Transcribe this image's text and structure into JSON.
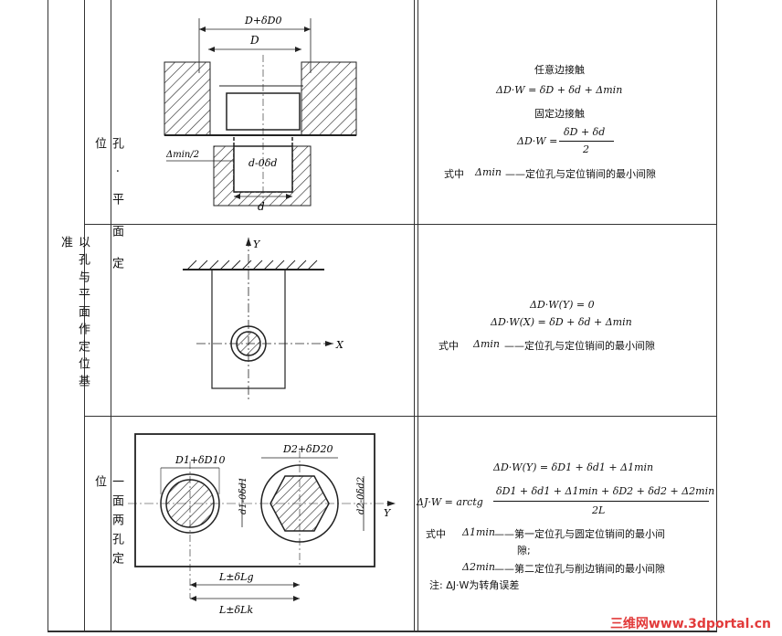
{
  "table": {
    "col1_label": "以孔与平面作定位基准",
    "row1_col2_label": "孔·平面定位",
    "row3_col2_label": "一面两孔定位"
  },
  "row1": {
    "fig": {
      "d_top": "D+δD0",
      "d_mid": "D",
      "dmin": "Δmin/2",
      "d_pin": "d-0δd",
      "d_bot": "d"
    },
    "line1": "任意边接触",
    "f1": "ΔD·W = δD + δd + Δmin",
    "line2": "固定边接触",
    "f2_left": "ΔD·W =",
    "f2_num": "δD + δd",
    "f2_den": "2",
    "note_prefix": "式中",
    "note_sym": "Δmin",
    "note_text": "——定位孔与定位销间的最小间隙"
  },
  "row2": {
    "fig": {
      "y_axis": "Y",
      "x_axis": "X"
    },
    "f1": "ΔD·W(Y) = 0",
    "f2": "ΔD·W(X) = δD + δd + Δmin",
    "note_prefix": "式中",
    "note_sym": "Δmin",
    "note_text": "——定位孔与定位销间的最小间隙"
  },
  "row3": {
    "fig": {
      "d1_top": "D1+δD10",
      "d2_top": "D2+δD20",
      "d1_pin": "d1-0δd1",
      "d2_pin": "d2-0δd2",
      "y_axis": "Y",
      "l1": "L±δLg",
      "l2": "L±δLk"
    },
    "f1": "ΔD·W(Y) = δD1 + δd1 + Δ1min",
    "f2_left": "ΔJ·W = arctg",
    "f2_num": "δD1 + δd1 + Δ1min + δD2 + δd2 + Δ2min",
    "f2_den": "2L",
    "note_prefix": "式中",
    "note1_sym": "Δ1min",
    "note1_text": "——第一定位孔与圆定位销间的最小间",
    "note1_cont": "隙;",
    "note2_sym": "Δ2min",
    "note2_text": "——第二定位孔与削边销间的最小间隙",
    "note3": "注: ΔJ·W为转角误差"
  },
  "watermark": "三维网www.3dportal.cn"
}
